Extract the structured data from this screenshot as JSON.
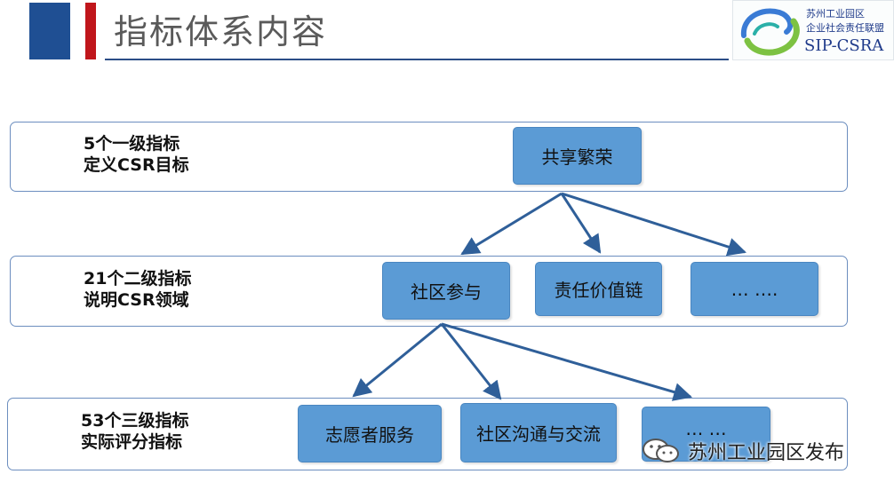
{
  "header": {
    "title": "指标体系内容"
  },
  "logo": {
    "line1": "苏州工业园区",
    "line2": "企业社会责任联盟",
    "line3": "SIP-CSRA"
  },
  "levels": [
    {
      "label_line1": "5个一级指标",
      "label_line2": "定义CSR目标",
      "nodes": [
        "共享繁荣"
      ]
    },
    {
      "label_line1": "21个二级指标",
      "label_line2": "说明CSR领域",
      "nodes": [
        "社区参与",
        "责任价值链",
        "… …."
      ]
    },
    {
      "label_line1": "53个三级指标",
      "label_line2": "实际评分指标",
      "nodes": [
        "志愿者服务",
        "社区沟通与交流",
        "… …"
      ]
    }
  ],
  "watermark": {
    "text": "苏州工业园区发布",
    "icon": "wechat-icon"
  },
  "colors": {
    "accent_blue": "#1f4f93",
    "accent_red": "#c0161b",
    "node_fill": "#5b9bd5",
    "panel_border": "#6c8ebf",
    "arrow": "#2f5f99"
  }
}
